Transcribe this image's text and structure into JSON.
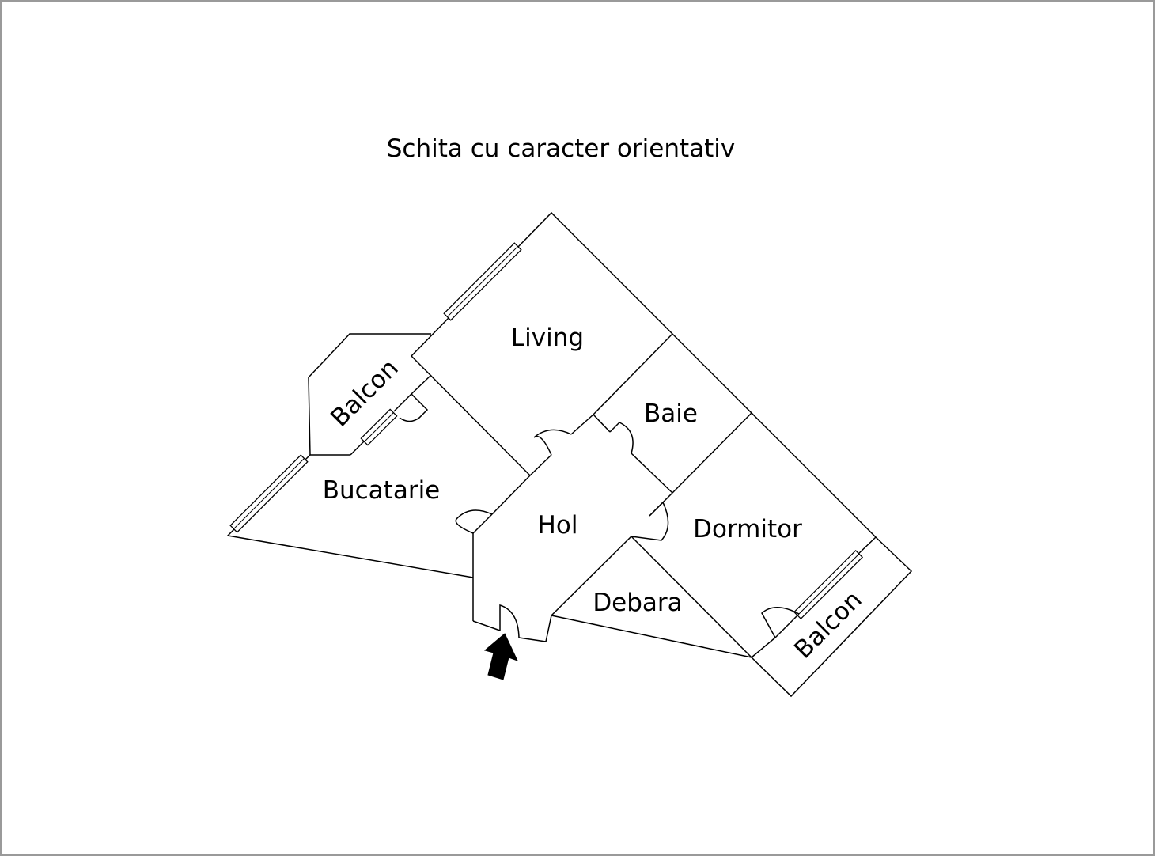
{
  "title": "Schita cu caracter orientativ",
  "rooms": {
    "living": "Living",
    "baie": "Baie",
    "balcon_left": "Balcon",
    "bucatarie": "Bucatarie",
    "hol": "Hol",
    "dormitor": "Dormitor",
    "debara": "Debara",
    "balcon_right": "Balcon"
  },
  "icons": {
    "entrance": "entrance-arrow-icon"
  },
  "colors": {
    "line": "#000000",
    "background": "#ffffff",
    "frame": "#9a9a9a"
  }
}
